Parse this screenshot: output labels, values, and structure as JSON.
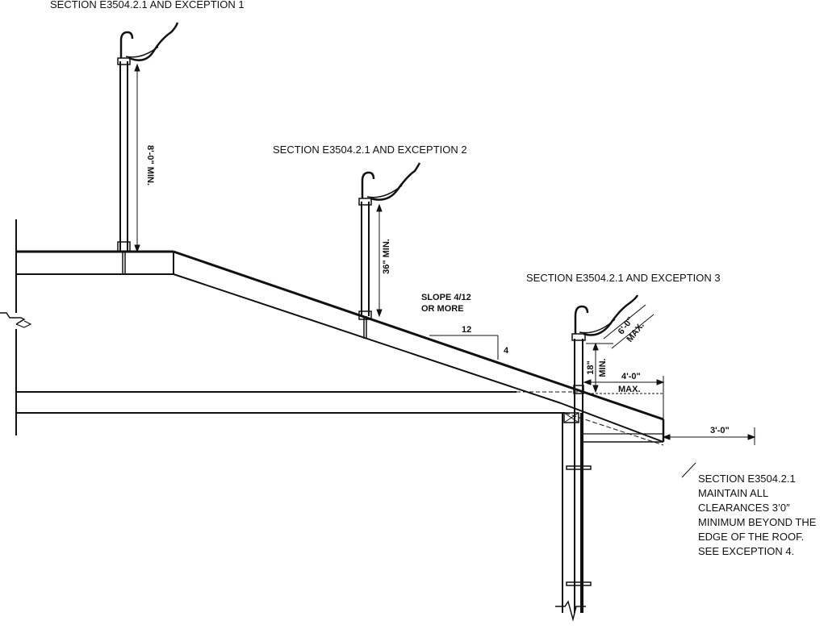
{
  "captions": {
    "exception1": "SECTION E3504.2.1 AND EXCEPTION 1",
    "exception2": "SECTION E3504.2.1 AND EXCEPTION 2",
    "exception3": "SECTION E3504.2.1 AND EXCEPTION 3"
  },
  "dimensions": {
    "min_8ft": "8'-0\" MIN.",
    "min_36in": "36\" MIN.",
    "min_18in_value": "18\"",
    "min_18in_label": "MIN.",
    "max_6ft_value": "6'-0\"",
    "max_6ft_label": "MAX.",
    "max_4ft_value": "4'-0\"",
    "max_4ft_label": "MAX.",
    "beyond_3ft": "3'-0\""
  },
  "slope": {
    "line1": "SLOPE 4/12",
    "line2": "OR MORE",
    "run": "12",
    "rise": "4"
  },
  "note": {
    "lines": [
      "SECTION E3504.2.1",
      "MAINTAIN ALL",
      "CLEARANCES 3’0″",
      "MINIMUM BEYOND THE",
      "EDGE OF THE ROOF.",
      "SEE EXCEPTION 4."
    ]
  }
}
